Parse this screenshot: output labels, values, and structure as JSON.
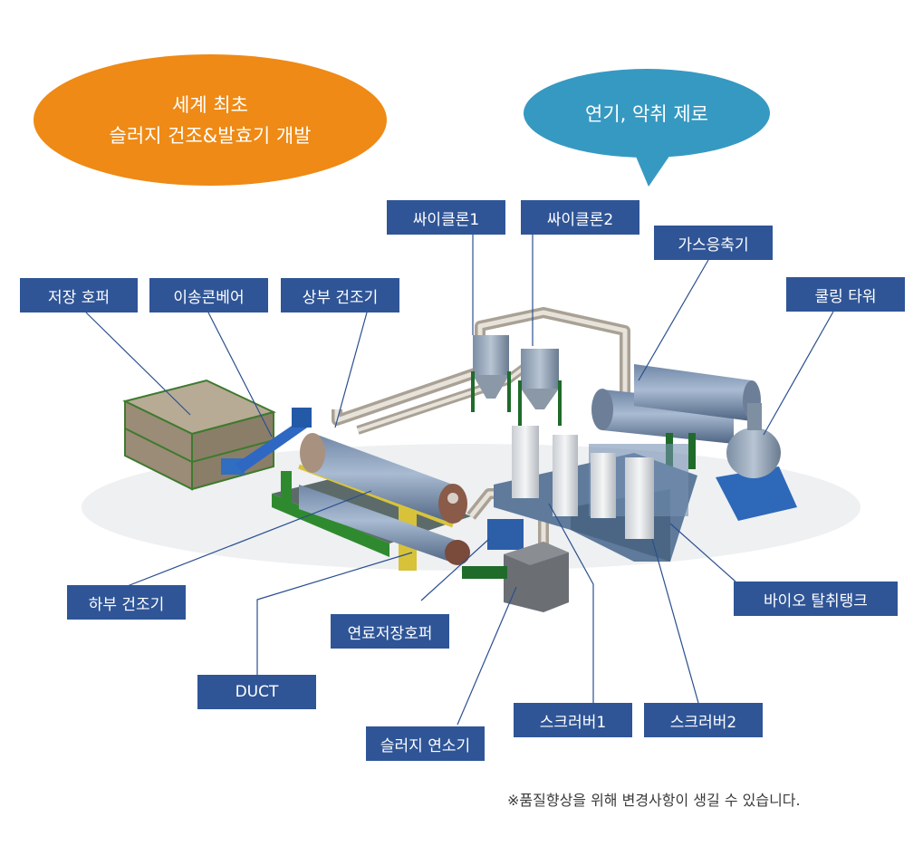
{
  "callouts": {
    "orange_line1": "세계 최초",
    "orange_line2": "슬러지 건조&발효기 개발",
    "blue": "연기, 악취 제로"
  },
  "labels": {
    "storage_hopper": "저장 호퍼",
    "transfer_conveyor": "이송콘베어",
    "upper_dryer": "상부 건조기",
    "cyclone1": "싸이클론1",
    "cyclone2": "싸이클론2",
    "gas_condenser": "가스응축기",
    "cooling_tower": "쿨링 타워",
    "lower_dryer": "하부 건조기",
    "bio_tank": "바이오 탈취탱크",
    "fuel_hopper": "연료저장호퍼",
    "duct": "DUCT",
    "scrubber1": "스크러버1",
    "scrubber2": "스크러버2",
    "sludge_burner": "슬러지 연소기"
  },
  "footnote": "※품질향상을 위해  변경사항이 생길 수 있습니다.",
  "colors": {
    "orange": "#ee8a15",
    "blue": "#3699c2",
    "label_bg": "#2f5597",
    "leader_line": "#2b4f8f"
  }
}
